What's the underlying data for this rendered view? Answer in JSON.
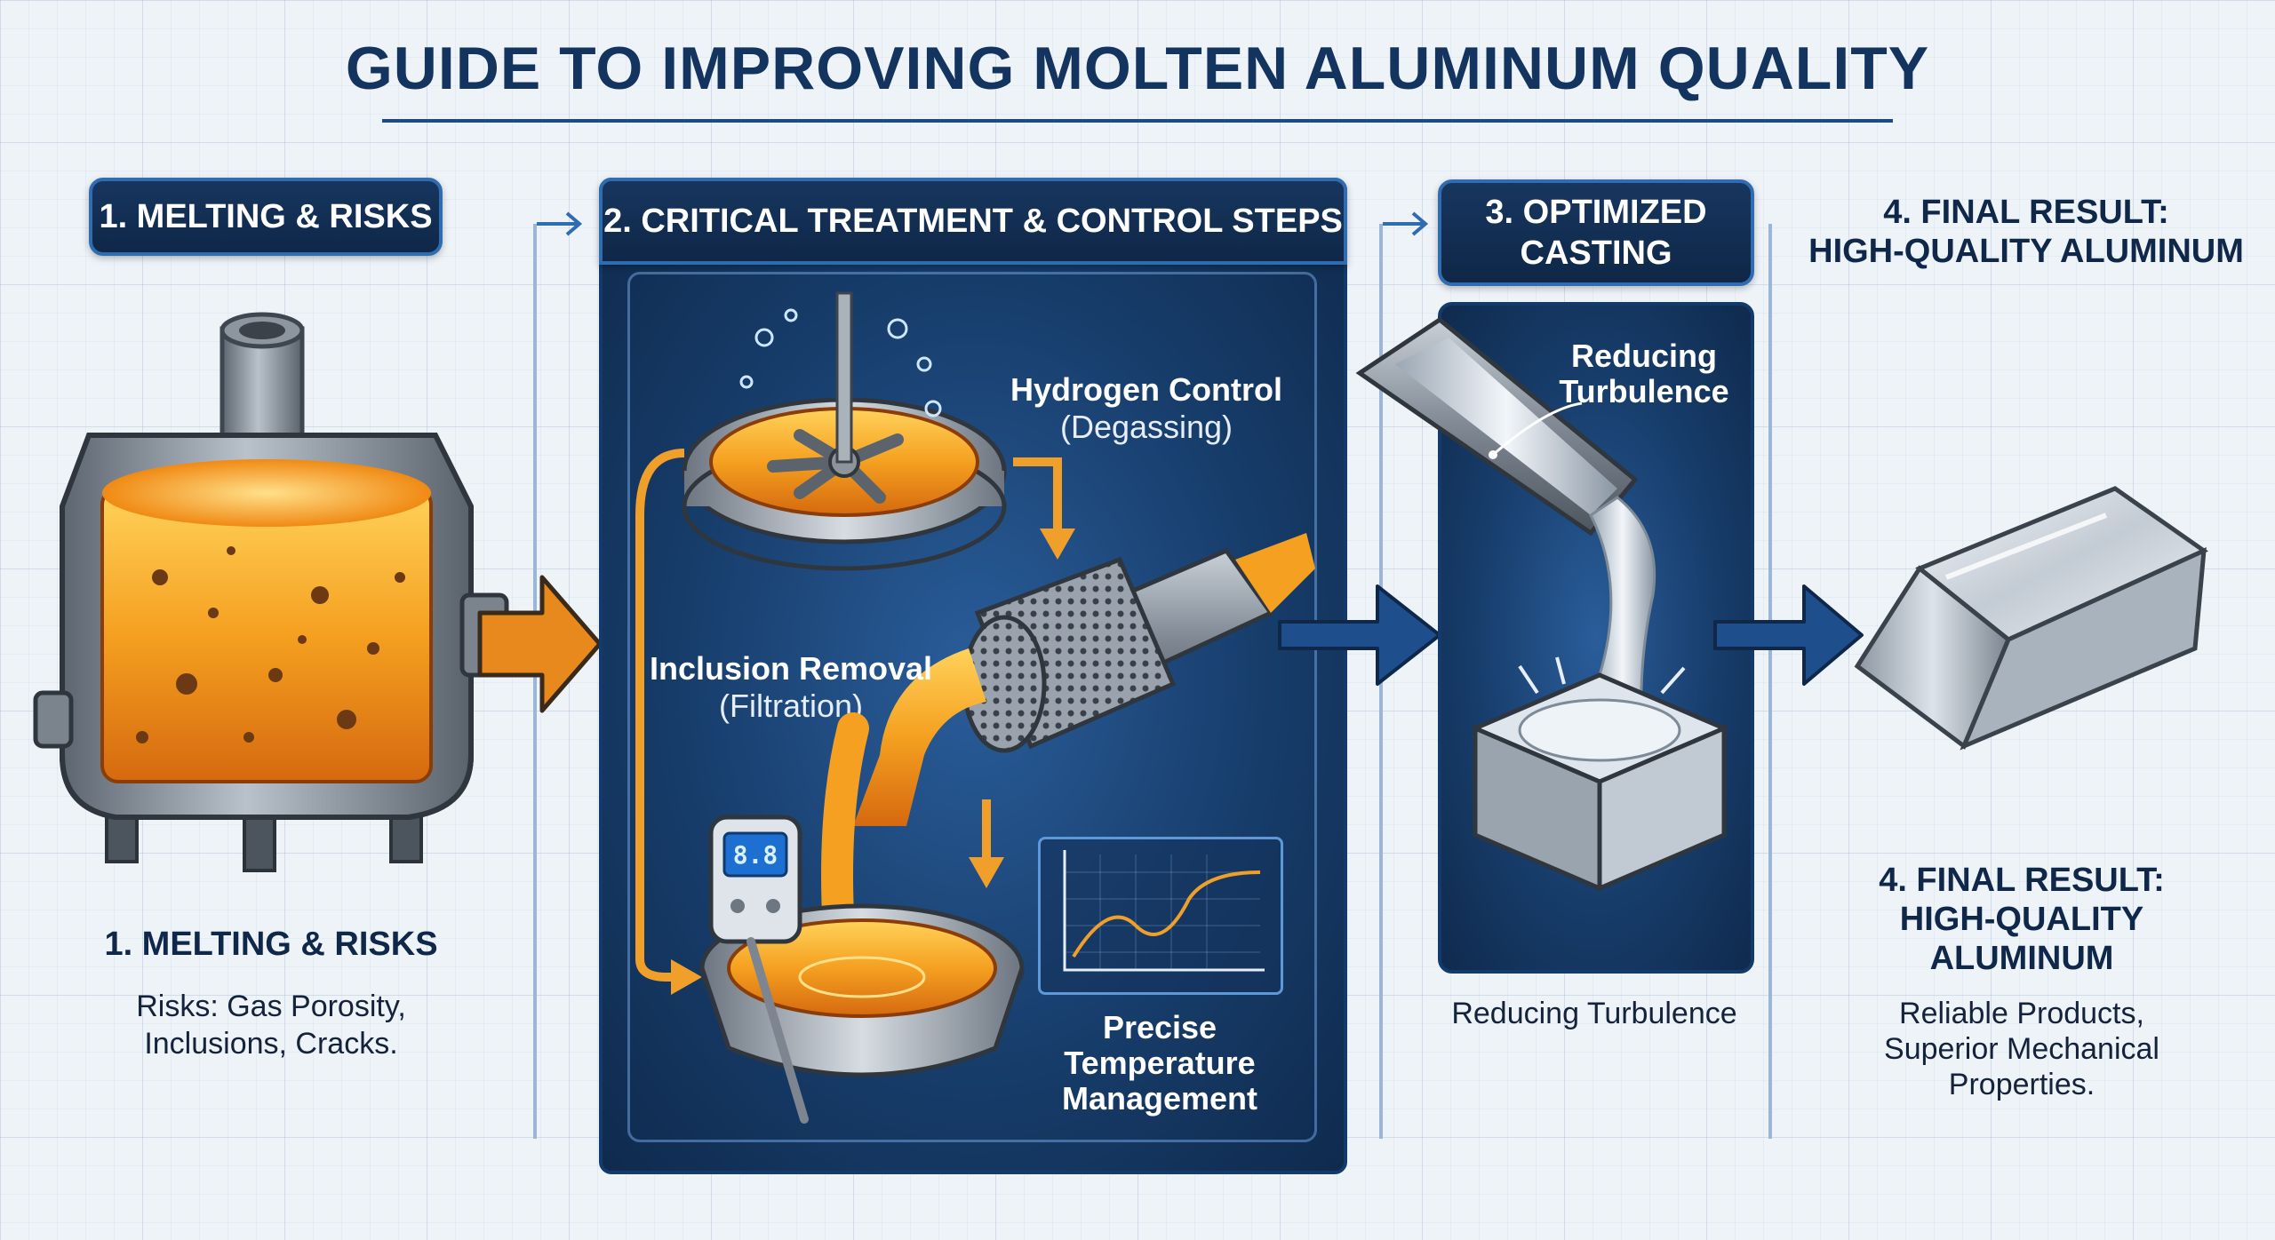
{
  "title": "GUIDE TO IMPROVING MOLTEN ALUMINUM QUALITY",
  "step1": {
    "label": "1. MELTING & RISKS",
    "caption_title": "1. MELTING & RISKS",
    "caption_line1": "Risks: Gas Porosity,",
    "caption_line2": "Inclusions, Cracks."
  },
  "step2": {
    "label": "2. CRITICAL TREATMENT & CONTROL STEPS",
    "hydrogen_title": "Hydrogen Control",
    "hydrogen_sub": "(Degassing)",
    "inclusion_title": "Inclusion Removal",
    "inclusion_sub": "(Filtration)",
    "temp_line1": "Precise",
    "temp_line2": "Temperature",
    "temp_line3": "Management",
    "thermometer_readout": "8.8"
  },
  "step3": {
    "label_line1": "3. OPTIMIZED",
    "label_line2": "CASTING",
    "annotation_line1": "Reducing",
    "annotation_line2": "Turbulence",
    "caption": "Reducing Turbulence"
  },
  "step4": {
    "heading_line1": "4. FINAL RESULT:",
    "heading_line2": "HIGH-QUALITY ALUMINUM",
    "caption_line1": "4. FINAL RESULT:",
    "caption_line2": "HIGH-QUALITY",
    "caption_line3": "ALUMINUM",
    "desc_line1": "Reliable Products,",
    "desc_line2": "Superior Mechanical",
    "desc_line3": "Properties."
  },
  "colors": {
    "navy": "#0f2748",
    "panel_blue": "#1d4a7f",
    "molten_orange": "#f5a020",
    "arrow_orange": "#e8891e",
    "arrow_blue": "#1e4f8c",
    "steel": "#9aa3ad"
  },
  "icons": [
    "furnace-icon",
    "degassing-rotor-icon",
    "ceramic-filter-icon",
    "thermometer-icon",
    "temperature-chart-icon",
    "casting-launder-icon",
    "casting-mold-icon",
    "aluminum-ingot-icon",
    "flow-arrow-icon"
  ]
}
